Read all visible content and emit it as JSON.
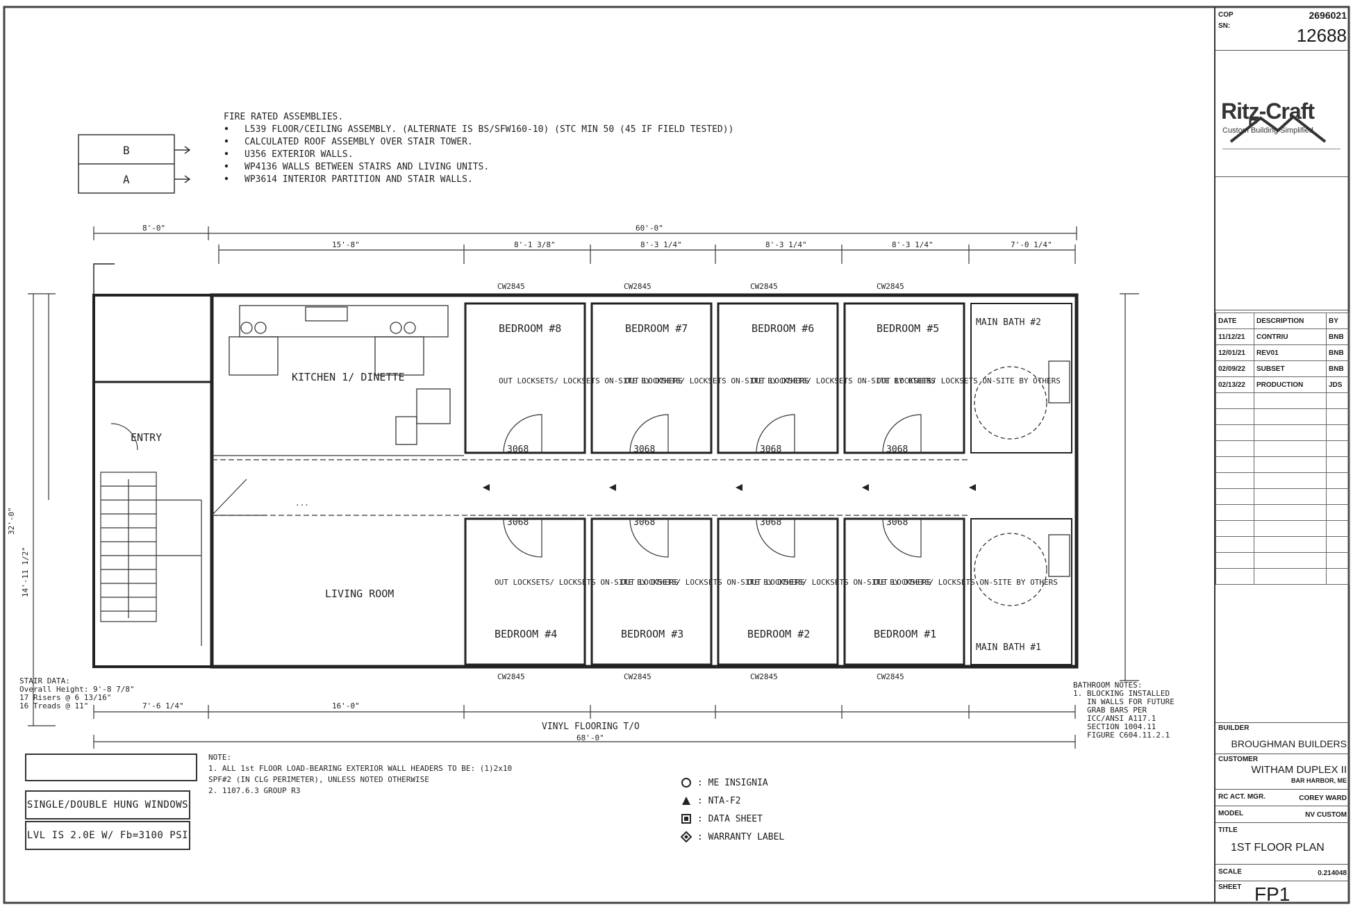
{
  "sheet": {
    "cop_label": "COP",
    "cop_value": "2696021",
    "sn_label": "SN:",
    "sn_value": "12688"
  },
  "brand": {
    "name": "Ritz-Craft",
    "tagline": "Custom Building Simplified"
  },
  "revisions": {
    "headers": [
      "DATE",
      "DESCRIPTION",
      "BY"
    ],
    "rows": [
      [
        "11/12/21",
        "CONTRIU",
        "BNB"
      ],
      [
        "12/01/21",
        "REV01",
        "BNB"
      ],
      [
        "02/09/22",
        "SUBSET",
        "BNB"
      ],
      [
        "02/13/22",
        "PRODUCTION",
        "JDS"
      ]
    ]
  },
  "title_block": {
    "builder_label": "BUILDER",
    "builder": "BROUGHMAN BUILDERS",
    "customer_label": "CUSTOMER",
    "customer": "WITHAM DUPLEX II",
    "location": "BAR HARBOR, ME",
    "acct_mgr_label": "RC ACT. MGR.",
    "acct_mgr": "COREY WARD",
    "model_label": "MODEL",
    "model": "NV CUSTOM",
    "title_label": "TITLE",
    "title": "1ST FLOOR PLAN",
    "scale_label": "SCALE",
    "scale": "0.214048",
    "sheet_label": "SHEET",
    "sheet": "FP1"
  },
  "fire_rated": {
    "heading": "FIRE RATED ASSEMBLIES.",
    "items": [
      "L539 FLOOR/CEILING ASSEMBLY. (ALTERNATE IS BS/SFW160-10) (STC MIN 50 (45 IF FIELD TESTED))",
      "CALCULATED ROOF ASSEMBLY OVER STAIR TOWER.",
      "U356 EXTERIOR WALLS.",
      "WP4136 WALLS BETWEEN STAIRS AND LIVING UNITS.",
      "WP3614 INTERIOR PARTITION AND STAIR WALLS."
    ],
    "box_b": "B",
    "box_a": "A"
  },
  "dimensions": {
    "overall_top": "60'-0\"",
    "left_stair": "8'-0\"",
    "kitchen": "15'-8\"",
    "bed_a": "8'-1 3/8\"",
    "bed_b": "8'-3 1/4\"",
    "bed_c": "8'-3 1/4\"",
    "bed_d": "8'-3 1/4\"",
    "bath": "7'-0 1/4\"",
    "overall_side": "32'-0\"",
    "half_side": "14'-11 1/2\"",
    "bottom_overall": "68'-0\"",
    "bottom_living": "16'-0\"",
    "bottom_stair": "7'-6 1/4\""
  },
  "rooms": {
    "kitchen": "KITCHEN 1/ DINETTE",
    "entry": "ENTRY",
    "living": "LIVING ROOM",
    "bedrooms_top": [
      "BEDROOM #8",
      "BEDROOM #7",
      "BEDROOM #6",
      "BEDROOM #5"
    ],
    "bedrooms_bottom": [
      "BEDROOM #4",
      "BEDROOM #3",
      "BEDROOM #2",
      "BEDROOM #1"
    ],
    "bath_top": "MAIN BATH #2",
    "bath_bottom": "MAIN BATH #1",
    "lockset_note": "OUT LOCKSETS/ LOCKSETS ON-SITE BY OTHERS",
    "door_tag": "3068",
    "window_tag": "CW2845"
  },
  "floor_note": "VINYL FLOORING T/O",
  "stair_data": {
    "heading": "STAIR DATA:",
    "lines": [
      "Overall Height: 9'-8 7/8\"",
      "17 Risers @ 6 13/16\"",
      "16 Treads @ 11\""
    ]
  },
  "notes": {
    "heading": "NOTE:",
    "items": [
      "1.  ALL 1st FLOOR LOAD-BEARING EXTERIOR WALL HEADERS TO BE: (1)2x10",
      "    SPF#2 (IN CLG PERIMETER), UNLESS NOTED OTHERWISE",
      "2.  1107.6.3 GROUP R3"
    ]
  },
  "bathroom_notes": {
    "heading": "BATHROOM NOTES:",
    "lines": [
      "1. BLOCKING INSTALLED",
      "IN WALLS FOR FUTURE",
      "GRAB BARS PER",
      "ICC/ANSI A117.1",
      "SECTION 1004.11",
      "FIGURE C604.11.2.1"
    ]
  },
  "window_boxes": {
    "hung": "SINGLE/DOUBLE HUNG WINDOWS",
    "lvl": "LVL IS 2.0E W/ Fb=3100 PSI"
  },
  "legend": [
    {
      "symbol": "circle",
      "text": ": ME INSIGNIA"
    },
    {
      "symbol": "triangle",
      "text": ": NTA-F2"
    },
    {
      "symbol": "square",
      "text": ": DATA SHEET"
    },
    {
      "symbol": "diamond",
      "text": ": WARRANTY LABEL"
    }
  ]
}
